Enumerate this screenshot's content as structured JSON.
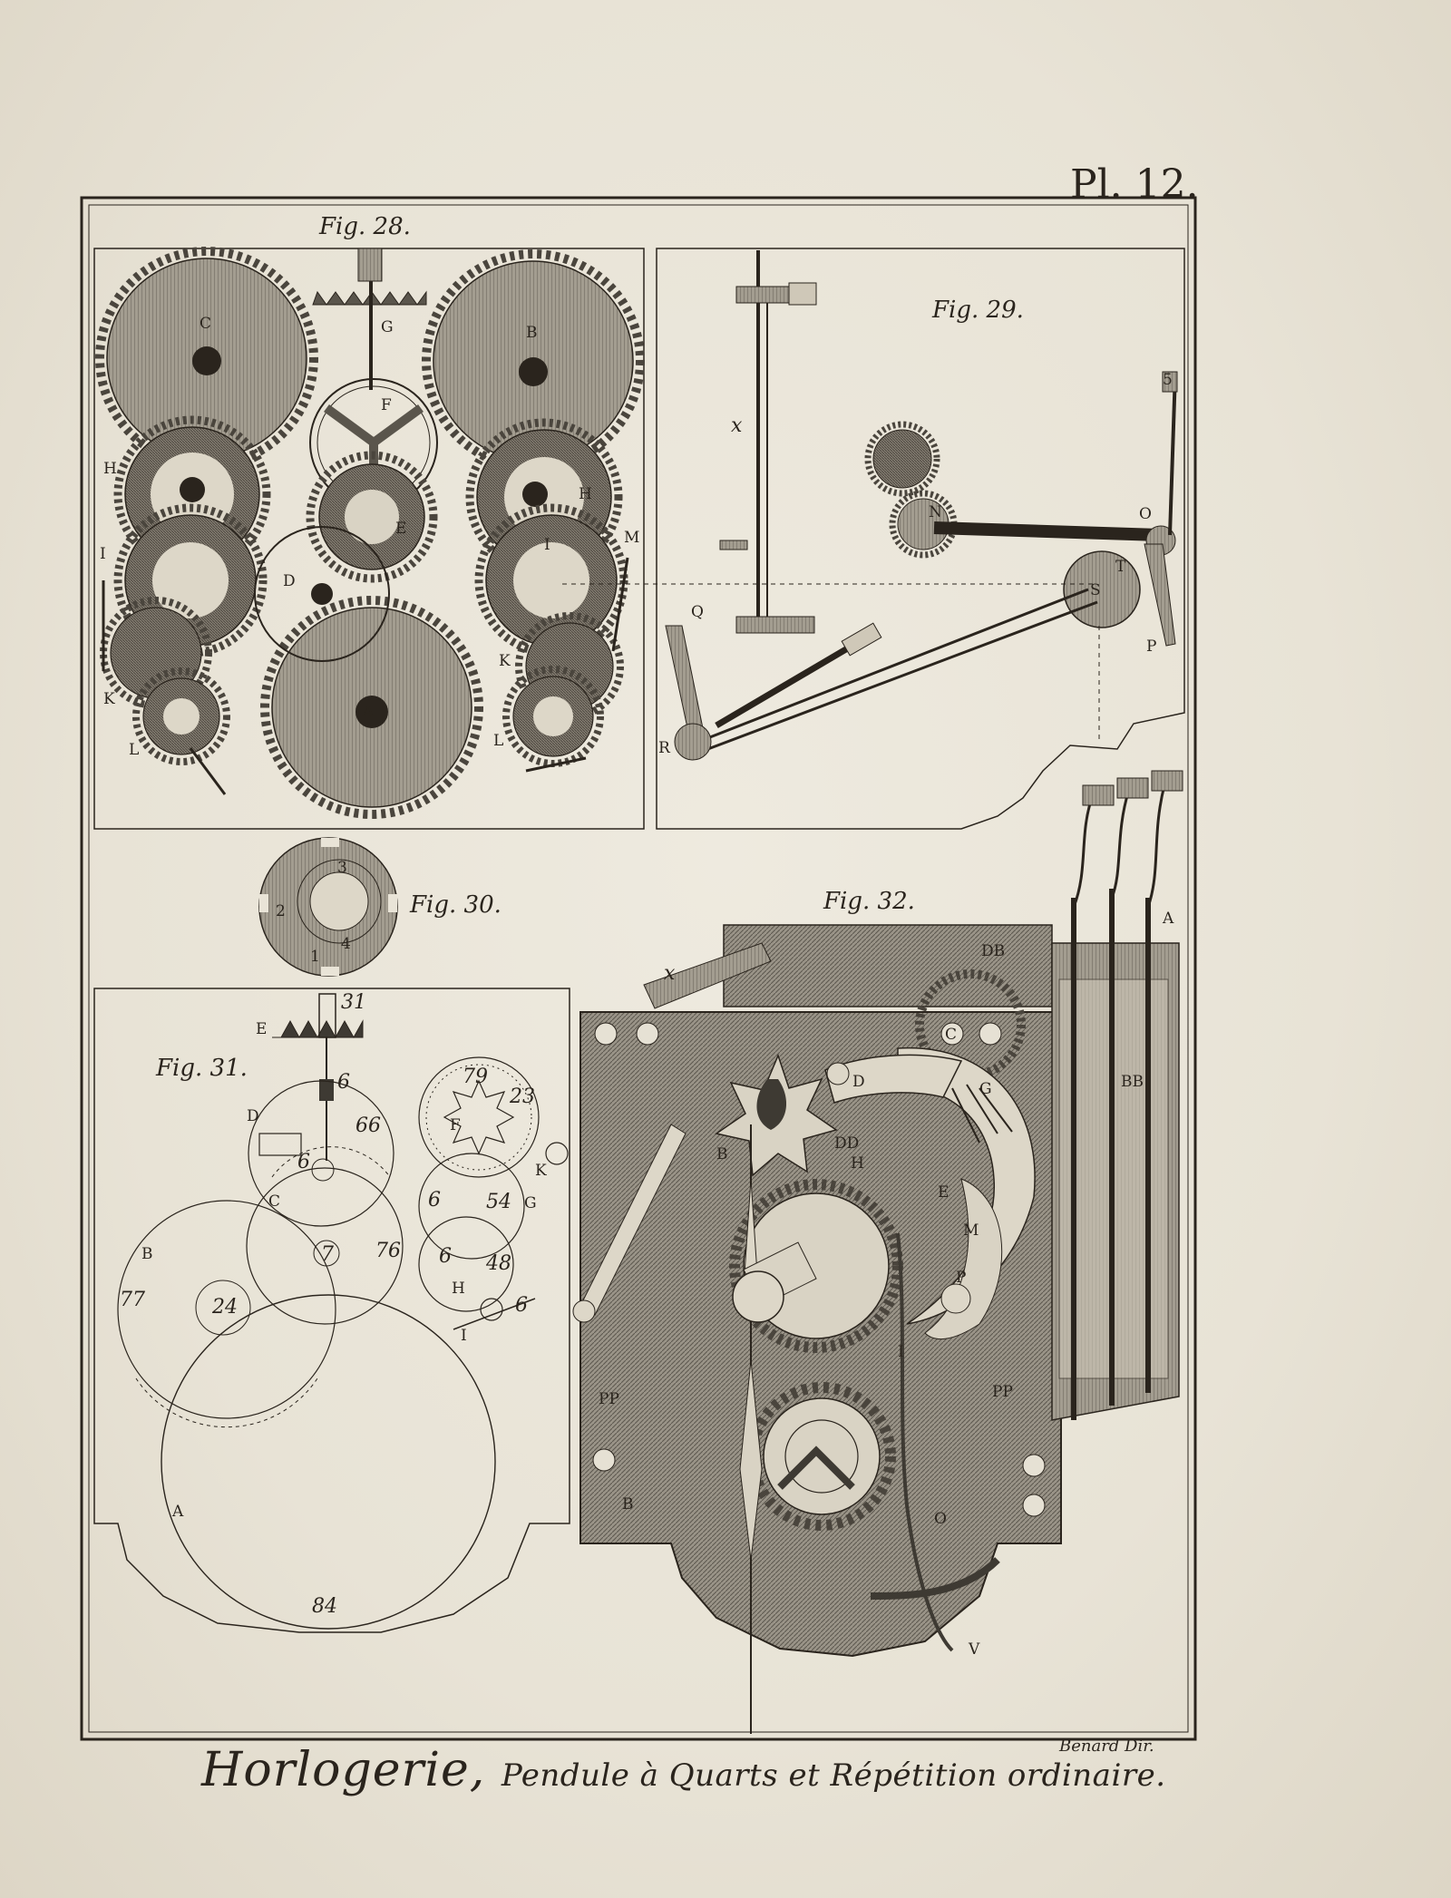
{
  "plate": {
    "number": "Pl. 12.",
    "engraver": "Benard Dir.",
    "caption_main": "Horlogerie,",
    "caption_sub": "Pendule à Quarts et Répétition ordinaire."
  },
  "figures": {
    "fig28": {
      "title": "Fig. 28.",
      "labels": [
        "C",
        "G",
        "B",
        "F",
        "H",
        "E",
        "H",
        "I",
        "D",
        "I",
        "M",
        "K",
        "A",
        "K",
        "L",
        "L"
      ]
    },
    "fig29": {
      "title": "Fig. 29.",
      "labels": [
        "x",
        "N",
        "O",
        "T",
        "S",
        "Q",
        "R",
        "P",
        "5"
      ]
    },
    "fig30": {
      "title": "Fig. 30.",
      "labels": [
        "3",
        "2",
        "1",
        "4"
      ]
    },
    "fig31": {
      "title": "Fig. 31.",
      "labels": [
        "E",
        "31",
        "6",
        "66",
        "D",
        "6",
        "C",
        "7",
        "76",
        "B",
        "24",
        "77",
        "A",
        "84",
        "F",
        "79",
        "23",
        "K",
        "6",
        "54",
        "G",
        "6",
        "48",
        "H",
        "I",
        "6"
      ]
    },
    "fig32": {
      "title": "Fig. 32.",
      "labels": [
        "DB",
        "A",
        "x",
        "C",
        "D",
        "G",
        "BB",
        "DD",
        "B",
        "H",
        "E",
        "M",
        "P",
        "I",
        "PP",
        "PP",
        "B",
        "O",
        "V"
      ]
    }
  },
  "colors": {
    "paper": "#e9e4d7",
    "ink": "#2a241d",
    "engraving_fill": "#8f887b"
  }
}
